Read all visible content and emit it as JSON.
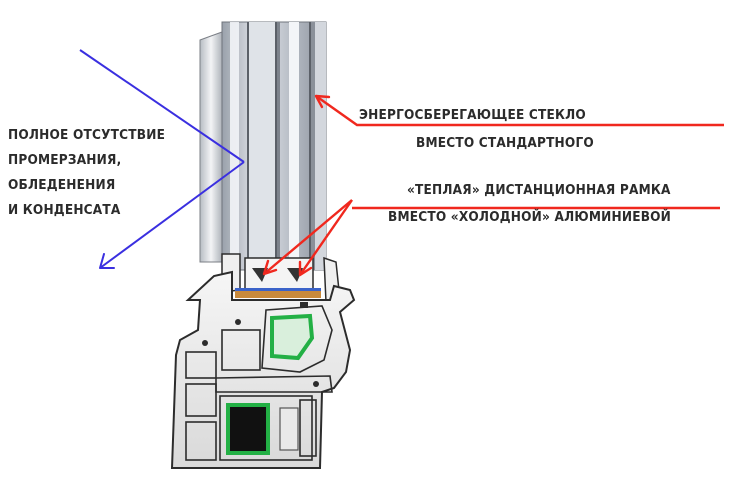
{
  "labels": {
    "left": [
      "Полное отсутствие",
      "промерзания,",
      "обледенения",
      "и конденсата"
    ],
    "glass": [
      "Энергосберегающее стекло",
      "вместо стандартного"
    ],
    "frame": [
      "«Теплая» дистанционная рамка",
      "вместо «холодной» алюминиевой"
    ]
  },
  "colors": {
    "blue_arrow": "#3a2fe0",
    "red_arrow": "#f0281e",
    "profile_outline": "#2c2c2c",
    "gasket": "#23b045",
    "spacer": "#c98a3c",
    "spacer_strip": "#3b63c9",
    "glass": "#c7ccd4"
  },
  "icons": [
    "window-profile-cross-section",
    "arrow-icon"
  ]
}
